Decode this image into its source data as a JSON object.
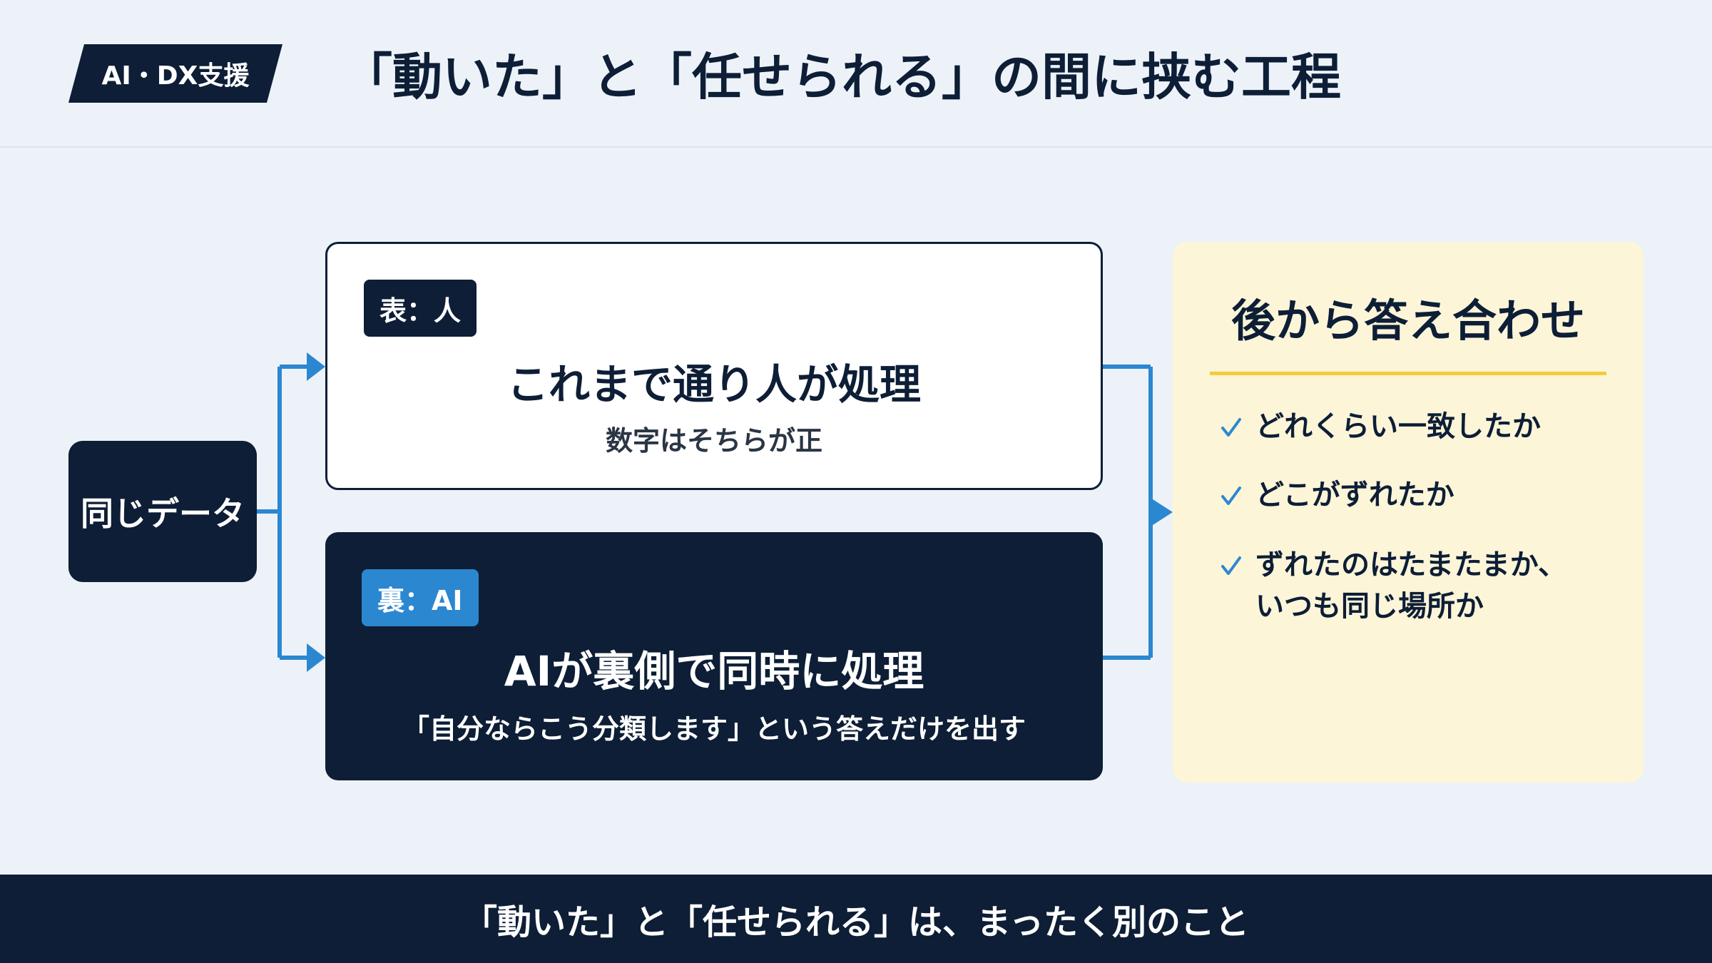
{
  "header": {
    "tag": "AI・DX支援",
    "title": "「動いた」と「任せられる」の間に挟む工程"
  },
  "source": {
    "label": "同じデータ"
  },
  "front_box": {
    "badge": "表：人",
    "main": "これまで通り人が処理",
    "sub": "数字はそちらが正"
  },
  "back_box": {
    "badge": "裏：AI",
    "main": "AIが裏側で同時に処理",
    "sub": "「自分ならこう分類します」という答えだけを出す"
  },
  "result": {
    "title": "後から答え合わせ",
    "items": [
      "どれくらい一致したか",
      "どこがずれたか",
      "ずれたのはたまたまか、\nいつも同じ場所か"
    ]
  },
  "footer": {
    "text": "「動いた」と「任せられる」は、まったく別のこと"
  },
  "colors": {
    "navy": "#0d1e36",
    "accent_blue": "#2c87d1",
    "background": "#edf2f9",
    "result_background": "#fdf5d8",
    "result_rule": "#f4cb3c"
  },
  "icons": {
    "flow_arrow": "arrow-right-icon",
    "check": "check-icon"
  }
}
